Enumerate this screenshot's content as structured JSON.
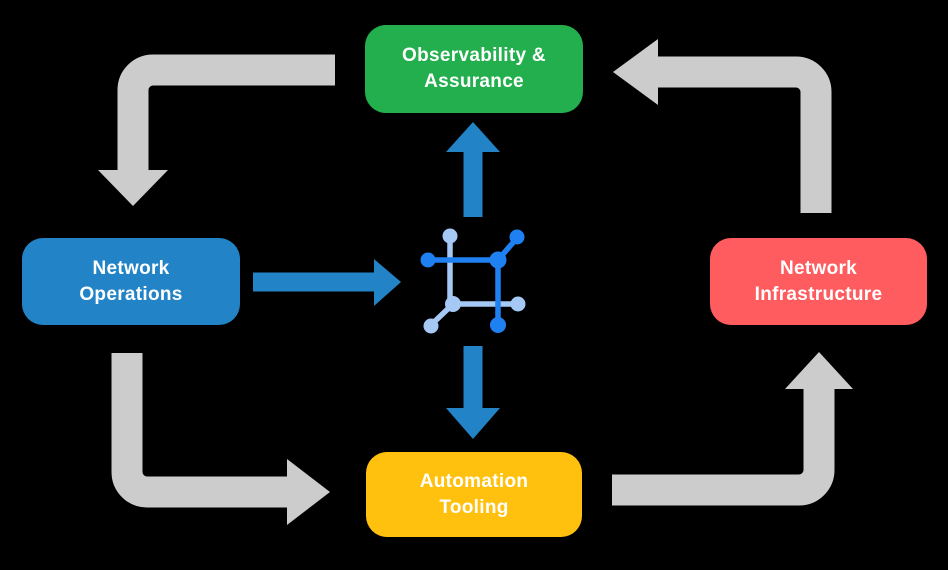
{
  "diagram": {
    "background": "#000000",
    "boxes": {
      "observability": {
        "line1": "Observability &",
        "line2": "Assurance"
      },
      "operations": {
        "line1": "Network",
        "line2": "Operations"
      },
      "infrastructure": {
        "line1": "Network",
        "line2": "Infrastructure"
      },
      "automation": {
        "line1": "Automation",
        "line2": "Tooling"
      }
    },
    "center_icon": "network-fabric-icon",
    "flows": [
      {
        "from": "observability-assurance",
        "to": "network-operations",
        "style": "gray-elbow"
      },
      {
        "from": "network-operations",
        "to": "automation-tooling",
        "style": "gray-elbow"
      },
      {
        "from": "automation-tooling",
        "to": "network-infrastructure",
        "style": "gray-elbow"
      },
      {
        "from": "network-infrastructure",
        "to": "observability-assurance",
        "style": "gray-elbow"
      },
      {
        "from": "network-operations",
        "to": "center-icon",
        "style": "blue-straight"
      },
      {
        "from": "center-icon",
        "to": "observability-assurance",
        "style": "blue-straight"
      },
      {
        "from": "center-icon",
        "to": "automation-tooling",
        "style": "blue-straight"
      }
    ]
  },
  "colors": {
    "background": "#000000",
    "text": "#FFFFFF",
    "observability": "#23AF4E",
    "operations": "#2284C6",
    "infrastructure": "#FE5C5E",
    "automation": "#FFC10D",
    "flow_arrow": "#CCCCCC",
    "blue_arrow": "#2284C6",
    "icon_dark": "#1F80F2",
    "icon_light": "#A5C8F5"
  }
}
